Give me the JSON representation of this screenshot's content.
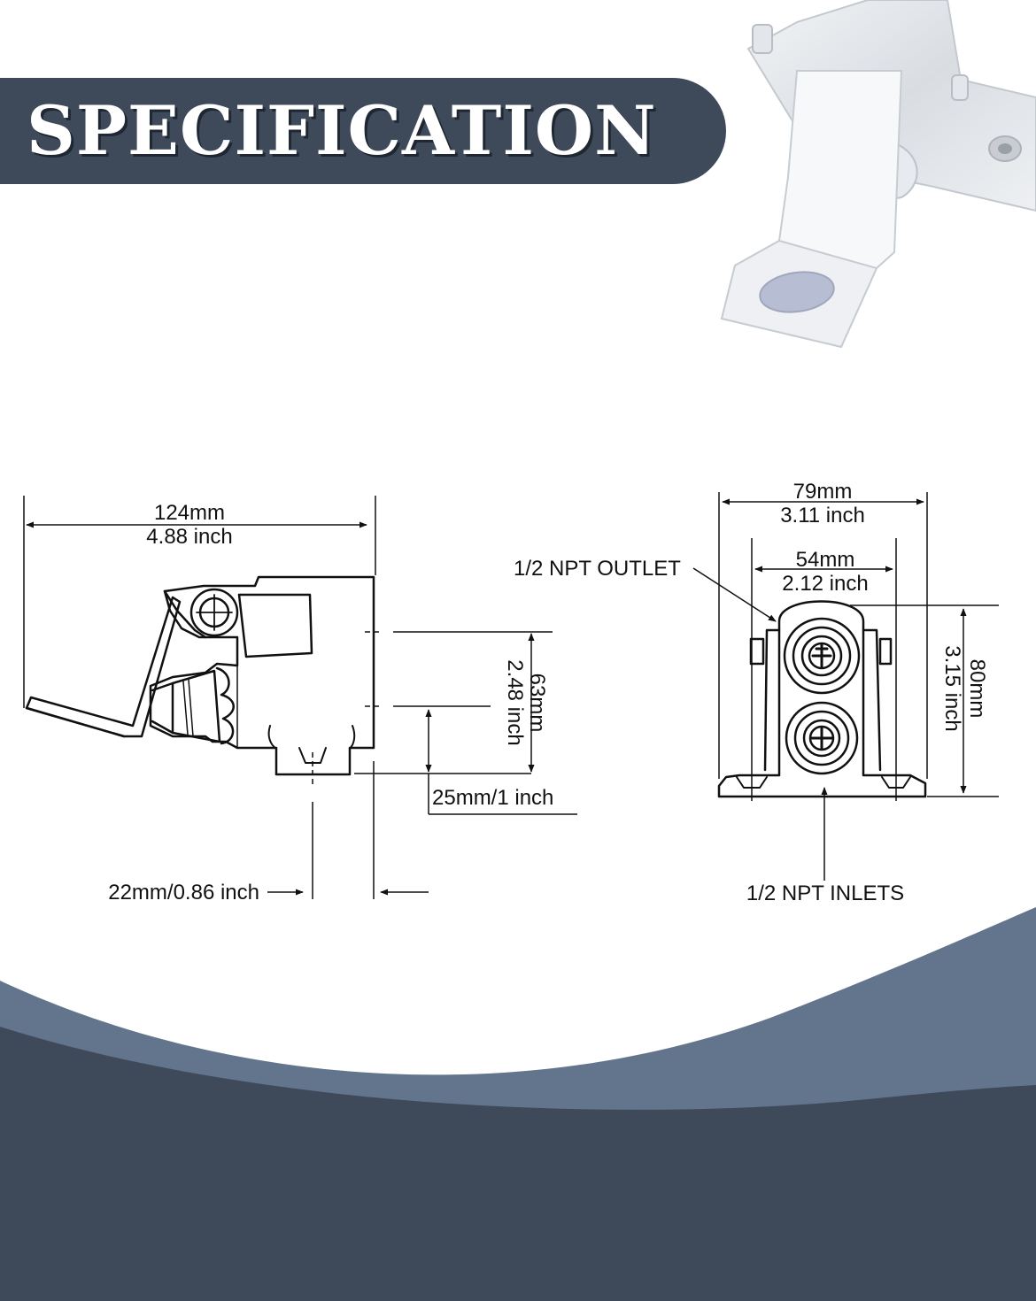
{
  "header": {
    "title": "SPECIFICATION"
  },
  "side_view": {
    "width_mm": "124mm",
    "width_in": "4.88 inch",
    "height_mm": "63mm",
    "height_in": "2.48 inch",
    "offset_label": "25mm/1 inch",
    "depth_label": "22mm/0.86 inch"
  },
  "front_view": {
    "width_mm": "79mm",
    "width_in": "3.11 inch",
    "inner_mm": "54mm",
    "inner_in": "2.12 inch",
    "height_mm": "80mm",
    "height_in": "3.15 inch",
    "outlet_label": "1/2 NPT OUTLET",
    "inlet_label": "1/2 NPT INLETS"
  },
  "colors": {
    "banner": "#3e4a5a",
    "band_light": "#63758c",
    "band_dark": "#3e4a5a",
    "line": "#111111"
  }
}
